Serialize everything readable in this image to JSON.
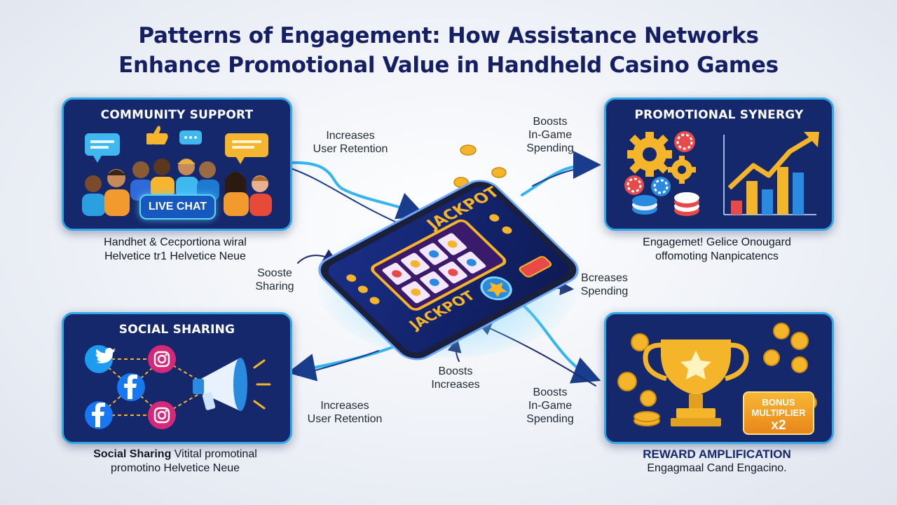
{
  "title": {
    "line1": "Patterns of Engagement: How Assistance Networks",
    "line2": "Enhance Promotional Value in Handheld Casino Games"
  },
  "panels": {
    "community": {
      "title": "COMMUNITY SUPPORT",
      "badge": "LIVE CHAT",
      "caption_line1": "Handhet & Cecportiona wiral",
      "caption_line2": "Helvetice tr1 Helvetice Neue"
    },
    "promo": {
      "title": "PROMOTIONAL SYNERGY",
      "caption_line1": "Engagemet! Gelice Onougard",
      "caption_line2": "offomoting Nanpicatencs"
    },
    "social": {
      "title": "SOCIAL SHARING",
      "caption_bold": "Social Sharing",
      "caption_rest": " Vitital promotinal",
      "caption_line2": "promotino Helvetice Neue"
    },
    "reward": {
      "title": "REWARD AMPLIFICATION",
      "bonus_line1": "BONUS",
      "bonus_line2": "MULTIPLIER",
      "bonus_line3": "x2",
      "caption_line1": "Engagmaal Cand Engacino."
    }
  },
  "phone": {
    "jackpot_top": "JACKPOT",
    "jackpot_mid": "JACKPOT"
  },
  "labels": {
    "retention_top_1": "Increases",
    "retention_top_2": "User Retention",
    "spending_top_1": "Boosts",
    "spending_top_2": "In-Game",
    "spending_top_3": "Spending",
    "sharing_1": "Sooste",
    "sharing_2": "Sharing",
    "bcreases_1": "Bcreases",
    "bcreases_2": "Spending",
    "boosts_mid_1": "Boosts",
    "boosts_mid_2": "Increases",
    "retention_bot_1": "Increases",
    "retention_bot_2": "User Retention",
    "spending_bot_1": "Boosts",
    "spending_bot_2": "In-Game",
    "spending_bot_3": "Spending"
  },
  "colors": {
    "title": "#142063",
    "panel_bg": "#14286b",
    "panel_border": "#33a8e8",
    "arrow_light": "#34b4f0",
    "arrow_dark": "#1a2a6c",
    "gold": "#f5b52a"
  },
  "icons": [
    "thumbs-up-icon",
    "chat-bubble-icon",
    "gear-icon",
    "casino-chip-icon",
    "bar-chart-icon",
    "trend-arrow-icon",
    "twitter-icon",
    "facebook-icon",
    "instagram-icon",
    "megaphone-icon",
    "trophy-icon",
    "coin-icon",
    "star-icon"
  ]
}
